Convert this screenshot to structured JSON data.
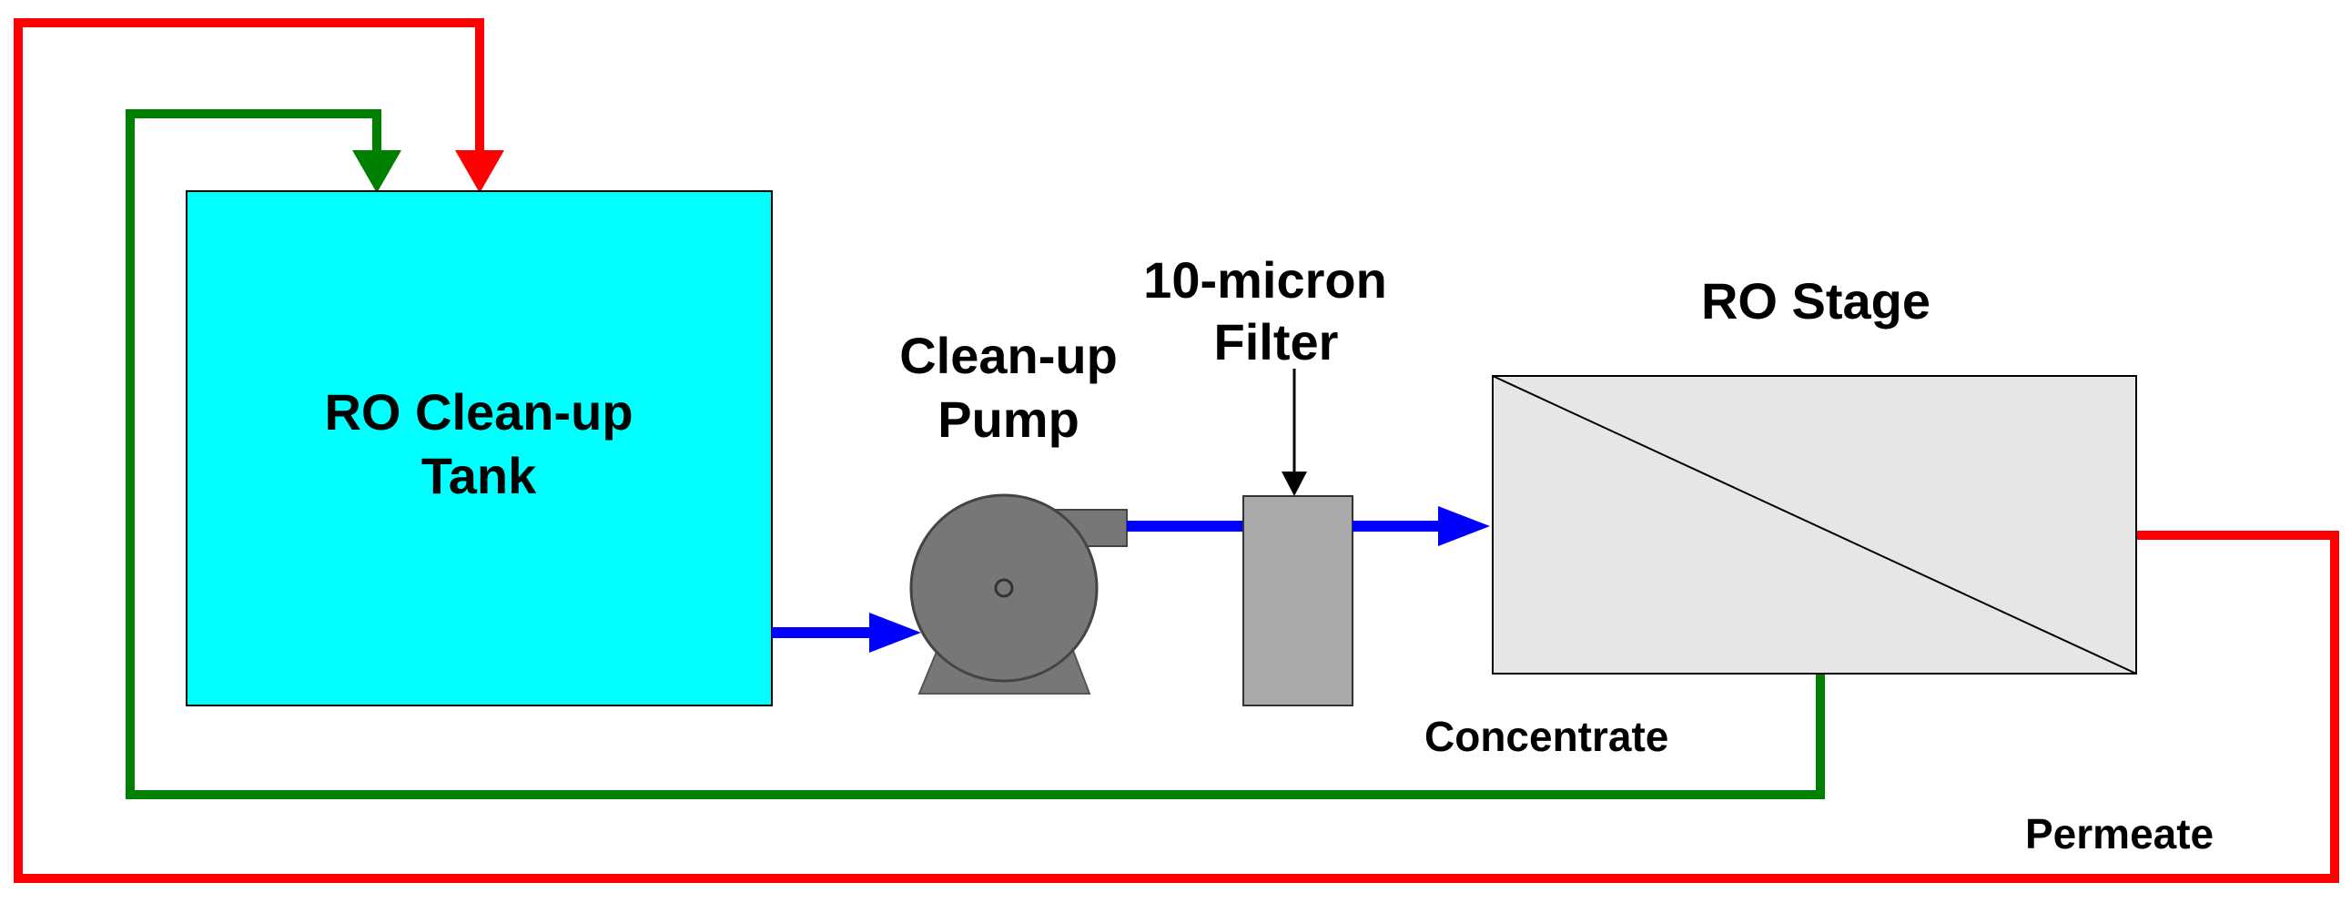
{
  "labels": {
    "tank_line1": "RO Clean-up",
    "tank_line2": "Tank",
    "pump_line1": "Clean-up",
    "pump_line2": "Pump",
    "filter_line1": "10-micron",
    "filter_line2": "Filter",
    "stage": "RO Stage",
    "concentrate": "Concentrate",
    "permeate": "Permeate"
  },
  "colors": {
    "tank_fill": "#00ffff",
    "feed_line": "#0000ff",
    "concentrate_line": "#008000",
    "permeate_line": "#ff0000",
    "pump_fill": "#777777",
    "filter_fill": "#aaaaaa",
    "stage_fill": "#e6e6e6"
  }
}
